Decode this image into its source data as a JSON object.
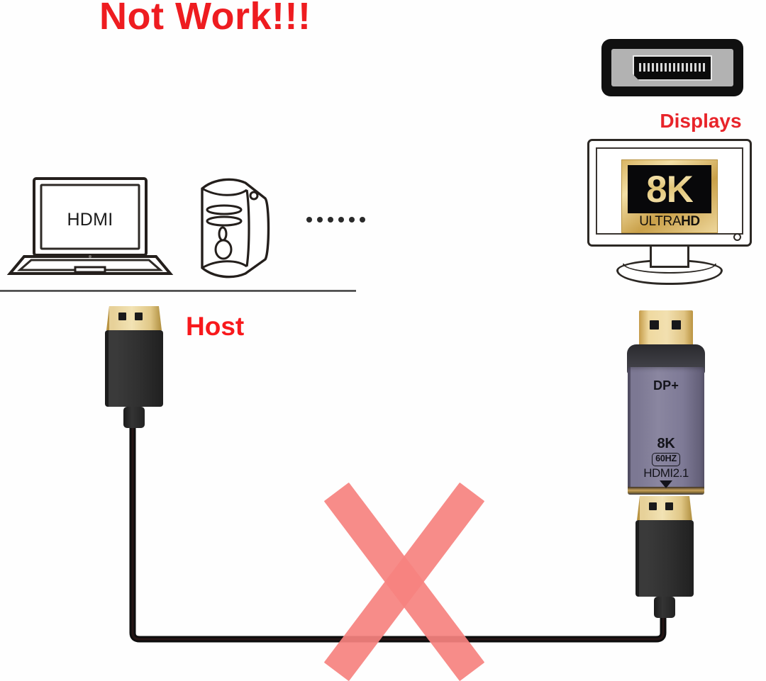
{
  "title": "Not Work!!!",
  "labels": {
    "displays": "Displays",
    "host": "Host"
  },
  "host_devices": {
    "laptop": {
      "icon": "laptop-icon",
      "screen_text": "HDMI"
    },
    "tower": {
      "icon": "desktop-tower-icon"
    },
    "ellipsis": "......"
  },
  "display_side": {
    "dp_socket": {
      "icon": "displayport-socket-icon"
    },
    "monitor": {
      "icon": "monitor-icon",
      "badge": {
        "resolution": "8K",
        "prefix": "ULTRA",
        "suffix": "HD"
      }
    }
  },
  "adapter": {
    "icon": "dp-to-hdmi-adapter-icon",
    "port_label": "DP+",
    "spec": {
      "resolution": "8K",
      "refresh": "60HZ",
      "standard": "HDMI2.1",
      "direction_marker": "▼"
    }
  },
  "connectors": {
    "host_plug": {
      "icon": "hdmi-plug-icon"
    },
    "display_plug": {
      "icon": "hdmi-plug-icon"
    }
  },
  "cable": {
    "icon": "hdmi-cable-icon"
  },
  "annotations": {
    "x_mark": {
      "icon": "cross-mark-icon",
      "meaning": "not-supported"
    }
  },
  "colors": {
    "warning_red": "#ee1c20",
    "label_red": "#e8242a",
    "x_mark_pink": "#f6827f",
    "badge_gold": "#d8b463",
    "adapter_body": "#8a86a0"
  }
}
